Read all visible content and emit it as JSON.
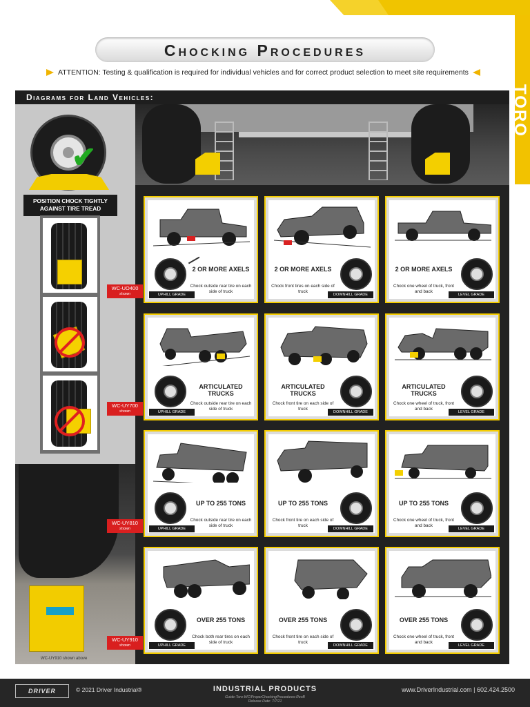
{
  "brand": {
    "side": "TORO",
    "logo": "DRIVER",
    "accent": "#f2c200"
  },
  "title": "Chocking Procedures",
  "attention": "ATTENTION: Testing & qualification is required for individual vehicles and for correct product selection to meet site requirements",
  "section_title": "Diagrams for Land Vehicles:",
  "position_note": "POSITION CHOCK TIGHTLY AGAINST TIRE TREAD",
  "tags": [
    {
      "model": "WC-UO400",
      "note": "shown"
    },
    {
      "model": "WC-UY700",
      "note": "shown"
    },
    {
      "model": "WC-UY810",
      "note": "shown"
    },
    {
      "model": "WC-UY910",
      "note": "shown"
    }
  ],
  "photo_caption": "WC-UY910 shown above",
  "rows": [
    {
      "panels": [
        {
          "head": "2 OR MORE AXELS",
          "sub": "Chock outside rear tire on each side of truck",
          "grade": "UPHILL GRADE"
        },
        {
          "head": "2 OR MORE AXELS",
          "sub": "Chock front tires on each side of truck",
          "grade": "DOWNHILL GRADE"
        },
        {
          "head": "2 OR MORE AXELS",
          "sub": "Chock one wheel of truck, front and back",
          "grade": "LEVEL GRADE"
        }
      ]
    },
    {
      "panels": [
        {
          "head": "ARTICULATED TRUCKS",
          "sub": "Chock outside rear tire on each side of truck",
          "grade": "UPHILL GRADE"
        },
        {
          "head": "ARTICULATED TRUCKS",
          "sub": "Chock front tire on each side of truck",
          "grade": "DOWNHILL GRADE"
        },
        {
          "head": "ARTICULATED TRUCKS",
          "sub": "Chock one wheel of truck, front and back",
          "grade": "LEVEL GRADE"
        }
      ]
    },
    {
      "panels": [
        {
          "head": "UP TO 255 TONS",
          "sub": "Chock outside rear tire on each side of truck",
          "grade": "UPHILL GRADE"
        },
        {
          "head": "UP TO 255 TONS",
          "sub": "Chock front tire on each side of truck",
          "grade": "DOWNHILL GRADE"
        },
        {
          "head": "UP TO 255 TONS",
          "sub": "Chock one wheel of truck, front and back",
          "grade": "LEVEL GRADE"
        }
      ]
    },
    {
      "panels": [
        {
          "head": "OVER 255 TONS",
          "sub": "Chock both rear tires on each side of truck",
          "grade": "UPHILL GRADE"
        },
        {
          "head": "OVER 255 TONS",
          "sub": "Chock front tire on each side of truck",
          "grade": "DOWNHILL GRADE"
        },
        {
          "head": "OVER 255 TONS",
          "sub": "Chock one wheel of truck, front and back",
          "grade": "LEVEL GRADE"
        }
      ]
    }
  ],
  "footer": {
    "copyright": "© 2021 Driver Industrial®",
    "center": "INDUSTRIAL PRODUCTS",
    "guide": "Guide-Toro-WC/ProperChockingProcedures-RevB",
    "release": "Release Date: 7/7/21",
    "contact": "www.DriverIndustrial.com | 602.424.2500"
  }
}
